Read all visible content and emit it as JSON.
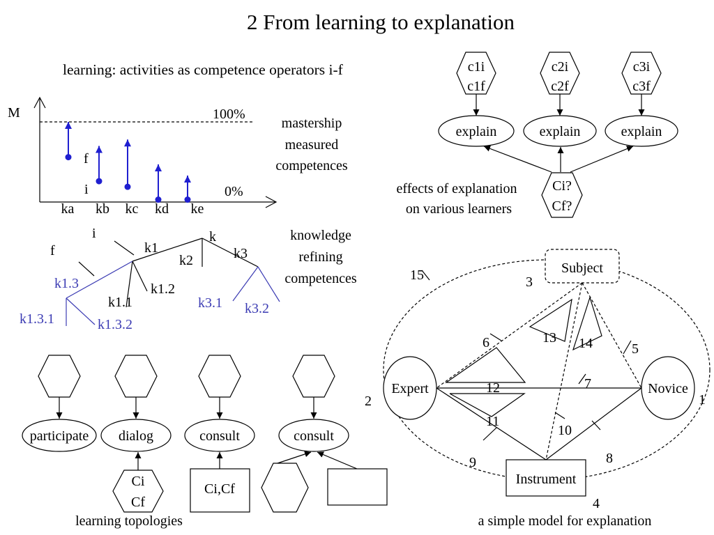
{
  "title": "2 From learning to explanation",
  "colors": {
    "background": "#ffffff",
    "ink": "#000000",
    "accent_blue": "#1f1fd0",
    "branch_blue": "#3b3bb3"
  },
  "learning": {
    "heading": "learning: activities as competence operators i-f",
    "y_axis_label": "M",
    "full_level_label": "100%",
    "zero_level_label": "0%",
    "final_label": "f",
    "initial_label": "i",
    "competences": [
      {
        "label": "ka",
        "initial": 0.56,
        "final": 1.0
      },
      {
        "label": "kb",
        "initial": 0.26,
        "final": 0.7
      },
      {
        "label": "kc",
        "initial": 0.19,
        "final": 0.78
      },
      {
        "label": "kd",
        "initial": 0.03,
        "final": 0.47
      },
      {
        "label": "ke",
        "initial": 0.03,
        "final": 0.33
      }
    ],
    "caption": [
      "mastership",
      "measured",
      "competences"
    ]
  },
  "explanation": {
    "learners": [
      {
        "initial": "c1i",
        "final": "c1f",
        "activity": "explain"
      },
      {
        "initial": "c2i",
        "final": "c2f",
        "activity": "explain"
      },
      {
        "initial": "c3i",
        "final": "c3f",
        "activity": "explain"
      }
    ],
    "source": {
      "initial": "Ci?",
      "final": "Cf?"
    },
    "caption": [
      "effects of explanation",
      "on various learners"
    ]
  },
  "refining": {
    "initial_label": "i",
    "final_label": "f",
    "nodes": {
      "root": "k",
      "k1": "k1",
      "k2": "k2",
      "k3": "k3",
      "k1_1": "k1.1",
      "k1_2": "k1.2",
      "k1_3": "k1.3",
      "k1_3_1": "k1.3.1",
      "k1_3_2": "k1.3.2",
      "k3_1": "k3.1",
      "k3_2": "k3.2"
    },
    "caption": [
      "knowledge",
      "refining",
      "competences"
    ]
  },
  "topologies": {
    "items": [
      {
        "activity": "participate"
      },
      {
        "activity": "dialog",
        "partner": [
          "Ci",
          "Cf"
        ]
      },
      {
        "activity": "consult",
        "resource": "Ci,Cf"
      },
      {
        "activity": "consult"
      }
    ],
    "caption": "learning topologies"
  },
  "model": {
    "subject": "Subject",
    "expert": "Expert",
    "novice": "Novice",
    "instrument": "Instrument",
    "numbers": [
      "1",
      "2",
      "3",
      "4",
      "5",
      "6",
      "7",
      "8",
      "9",
      "10",
      "11",
      "12",
      "13",
      "14",
      "15"
    ],
    "caption": "a simple model for explanation"
  }
}
